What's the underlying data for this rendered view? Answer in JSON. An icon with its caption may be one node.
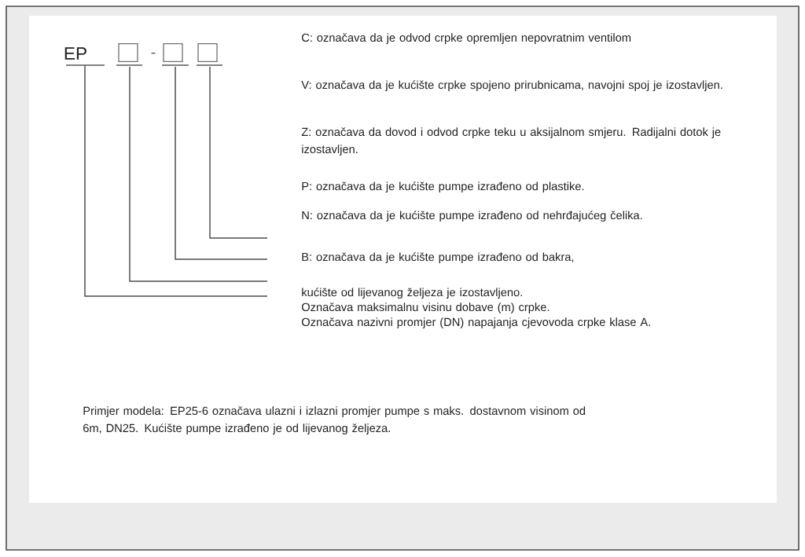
{
  "diagram": {
    "nodes": [
      {
        "text": [
          "EP"
        ]
      },
      {
        "text": [],
        "shape": "box"
      },
      {
        "text": [],
        "shape": "box"
      },
      {
        "text": [],
        "shape": "box"
      }
    ],
    "edges": [
      {
        "from": 3,
        "to": null,
        "arrow": "none"
      },
      {
        "from": 2,
        "to": null,
        "arrow": "none"
      },
      {
        "from": 1,
        "to": null,
        "arrow": "none"
      },
      {
        "from": 0,
        "to": null,
        "arrow": "none"
      }
    ],
    "labels": [
      "-",
      "C: označava da je odvod crpke opremljen nepovratnim ventilom",
      "V: označava da je kućište crpke spojeno prirubnicama, navojni spoj je izostavljen.",
      "Z: označava da dovod i odvod crpke teku u aksijalnom smjeru. Radijalni dotok je izostavljen.",
      "P: označava da je kućište pumpe izrađeno od plastike.",
      "N: označava da je kućište pumpe izrađeno od nehrđajućeg čelika.",
      "B: označava da je kućište pumpe izrađeno od bakra,",
      "kućište od lijevanog željeza je izostavljeno.",
      "Označava maksimalnu visinu dobave (m) crpke.",
      "Označava nazivni promjer (DN) napajanja cjevovoda crpke klase A.",
      "Primjer modela: EP25-6 označava ulazni i izlazni promjer pumpe s maks. dostavnom visinom od 6m, DN25. Kućište pumpe izrađeno je od lijevanog željeza."
    ]
  }
}
